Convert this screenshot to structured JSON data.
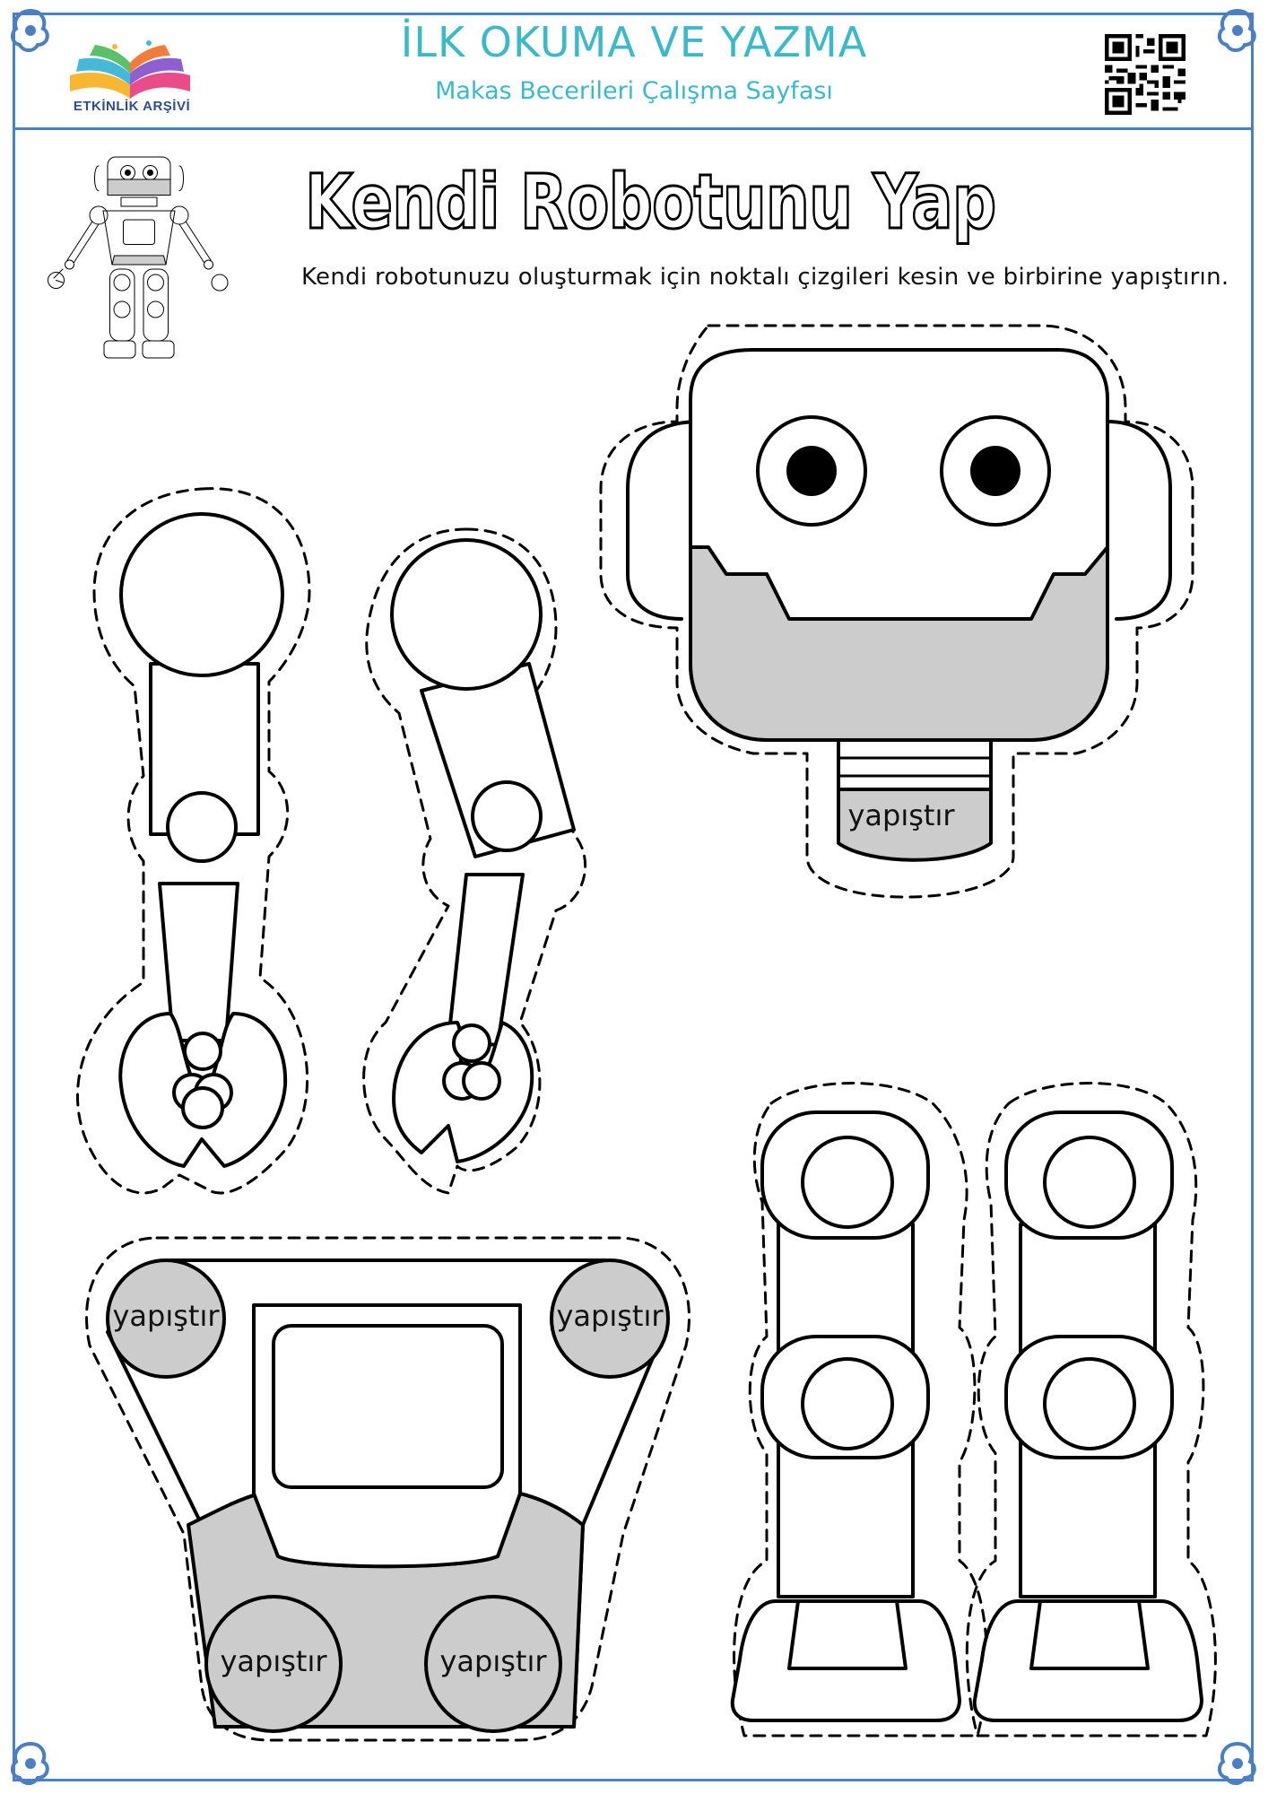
{
  "header": {
    "title": "İLK OKUMA VE YAZMA",
    "subtitle": "Makas Becerileri Çalışma Sayfası",
    "logo_text": "ETKİNLİK ARŞİVİ"
  },
  "worksheet": {
    "title": "Kendi Robotunu Yap",
    "instruction": "Kendi robotunuzu oluşturmak için noktalı çizgileri kesin ve birbirine yapıştırın."
  },
  "labels": {
    "head_tab": "yapıştır",
    "body_top_left": "yapıştır",
    "body_top_right": "yapıştır",
    "body_bottom_left": "yapıştır",
    "body_bottom_right": "yapıştır"
  },
  "colors": {
    "frame": "#4a7fc4",
    "header_text": "#3bb9c8",
    "fill_gray": "#cccccc"
  }
}
